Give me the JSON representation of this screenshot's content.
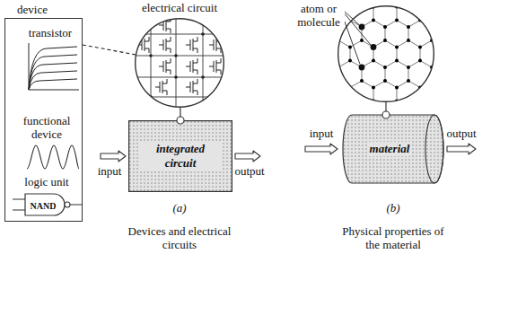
{
  "diagram": {
    "nodes": [
      {
        "text": [
          "device",
          "transistor",
          "functional device",
          "logic unit"
        ]
      },
      {
        "text": [
          "NAND"
        ],
        "in": 0
      },
      {
        "text": [
          "electrical circuit"
        ]
      },
      {
        "text": [
          "integrated circuit"
        ]
      },
      {
        "text": [
          "atom or molecule"
        ]
      },
      {
        "text": [
          "material"
        ]
      }
    ],
    "edges": [
      {
        "from": 0,
        "to": 2,
        "arrow": "none"
      },
      {
        "from": 3,
        "to": 2,
        "arrow": "none"
      },
      {
        "from": 5,
        "to": 4,
        "arrow": "none"
      }
    ],
    "labels": [
      "input",
      "output",
      "(a)",
      "Devices and electrical circuits",
      "input",
      "output",
      "(b)",
      "Physical properties of the material"
    ]
  }
}
